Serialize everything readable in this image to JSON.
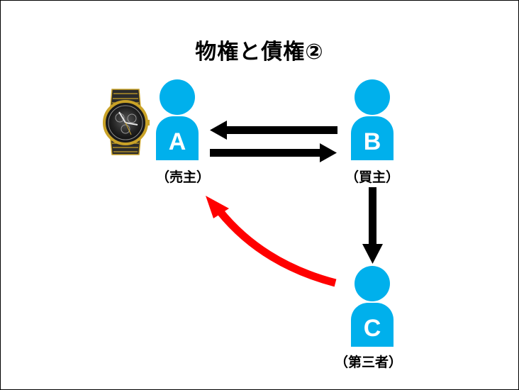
{
  "title": "物権と債権②",
  "colors": {
    "person": "#00B0EC",
    "arrow_black": "#000000",
    "arrow_red": "#FF0000",
    "person_letter": "#ffffff"
  },
  "persons": [
    {
      "id": "A",
      "letter": "A",
      "role": "（売主）"
    },
    {
      "id": "B",
      "letter": "B",
      "role": "（買主）"
    },
    {
      "id": "C",
      "letter": "C",
      "role": "（第三者）"
    }
  ],
  "arrows": [
    {
      "from": "B",
      "to": "A",
      "color": "black"
    },
    {
      "from": "A",
      "to": "B",
      "color": "black"
    },
    {
      "from": "B",
      "to": "C",
      "color": "black"
    },
    {
      "from": "C",
      "to": "A",
      "color": "red"
    }
  ],
  "object_icon": "wristwatch-icon"
}
